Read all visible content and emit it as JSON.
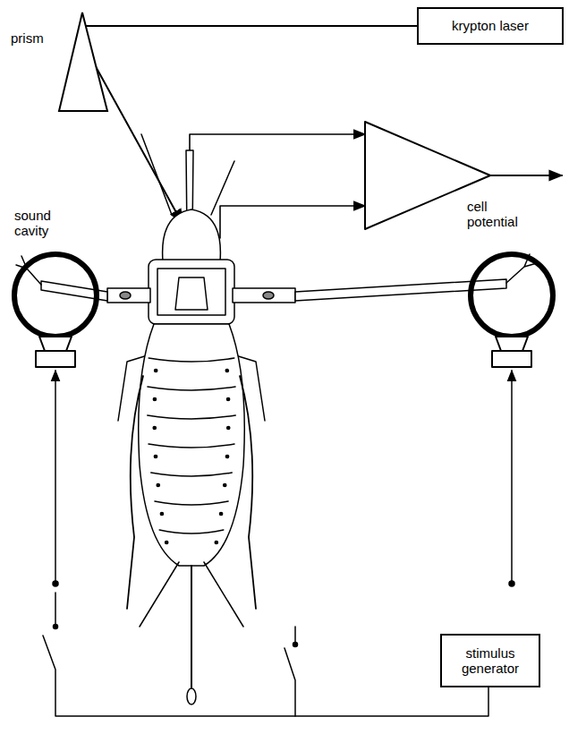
{
  "diagram": {
    "nodes": [
      {
        "text": [
          "prism"
        ]
      },
      {
        "text": [
          "krypton laser"
        ]
      },
      {
        "text": [
          "stimulus generator"
        ]
      }
    ],
    "edges": [
      {
        "from": 1,
        "to": 0,
        "arrow": "none"
      }
    ],
    "labels": [
      "sound cavity",
      "cell potential"
    ]
  }
}
